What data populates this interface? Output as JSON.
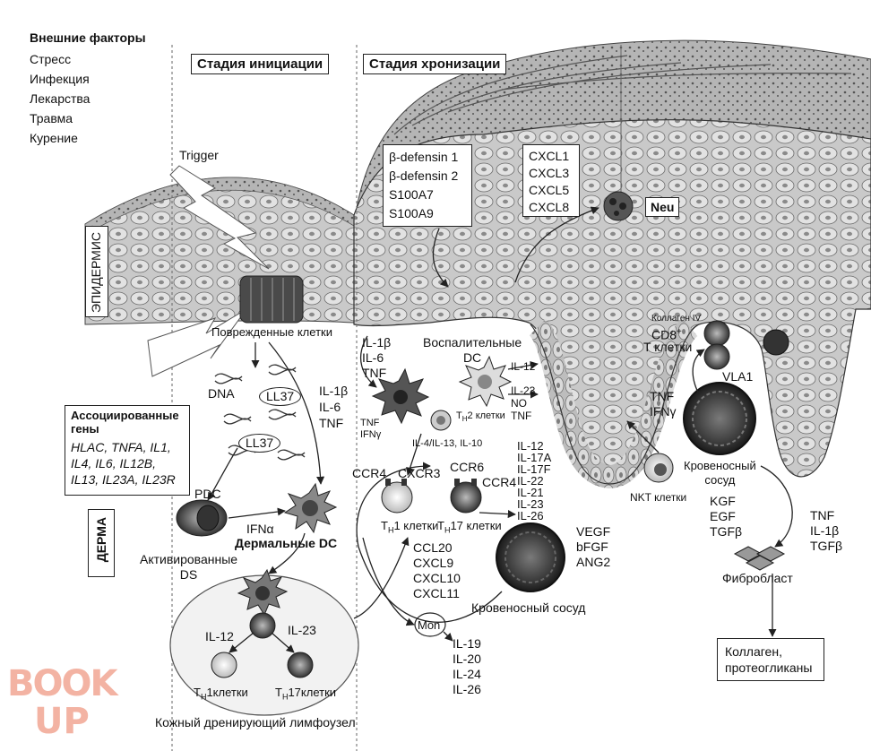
{
  "external_factors": {
    "title": "Внешние факторы",
    "items": [
      "Стресс",
      "Инфекция",
      "Лекарства",
      "Травма",
      "Курение"
    ]
  },
  "stage_initiation": "Стадия инициации",
  "stage_chronic": "Стадия хронизации",
  "trigger": "Trigger",
  "epidermis": "ЭПИДЕРМИС",
  "derma": "ДЕРМА",
  "damaged_cells": "Поврежденные клетки",
  "associated_genes": {
    "title": "Ассоциированные гены",
    "genes": "HLAC, TNFA, IL1, IL4, IL6, IL12B, IL13, IL23A, IL23R"
  },
  "defensins_box": [
    "β-defensin 1",
    "β-defensin 2",
    "S100A7",
    "S100A9"
  ],
  "cxcl_box": [
    "CXCL1",
    "CXCL3",
    "CXCL5",
    "CXCL8"
  ],
  "neu": "Neu",
  "dna": "DNA",
  "ll37": "LL37",
  "pdc": "PDC",
  "ifn_alpha": "IFNα",
  "dermal_dc": "Дермальные DC",
  "activated_ds": [
    "Активированные",
    "DS"
  ],
  "il12": "IL-12",
  "il23": "IL-23",
  "th1_cells_node": "1клетки",
  "th17_cells_node": "17клетки",
  "th_sub": "H",
  "th_letter": "T",
  "lymph_node": "Кожный дренирующий лимфоузел",
  "il_cytokines_left": [
    "IL-1β",
    "IL-6",
    "TNF"
  ],
  "il_cytokines_mid": [
    "IL-1β",
    "IL-6",
    "TNF"
  ],
  "tnf_ifn": [
    "TNF",
    "IFNγ"
  ],
  "inflammatory_dc": [
    "Воспалительные",
    "DC"
  ],
  "il12_23_no_tnf": [
    "IL-12",
    "IL-23",
    "NO",
    "TNF"
  ],
  "th2_cells": "2 клетки",
  "il4_13_10": "IL-4/IL-13, IL-10",
  "ccr4_a": "CCR4",
  "cxcr3": "CXCR3",
  "ccr6": "CCR6",
  "ccr4_b": "CCR4",
  "th1_cells": "1 клетки",
  "th17_cells": "17 клетки",
  "il17_list": [
    "IL-12",
    "IL-17A",
    "IL-17F",
    "IL-22",
    "IL-21",
    "IL-23",
    "IL-26"
  ],
  "chemokines": [
    "CCL20",
    "CXCL9",
    "CXCL10",
    "CXCL11"
  ],
  "growth_factors": [
    "VEGF",
    "bFGF",
    "ANG2"
  ],
  "blood_vessel_center": "Кровеносный сосуд",
  "mon": "Mon",
  "mon_il": [
    "IL-19",
    "IL-20",
    "IL-24",
    "IL-26"
  ],
  "nkt_cells": "NKT клетки",
  "tnf_ifn_right": [
    "TNF",
    "IFNγ"
  ],
  "collagen_iv": "Коллаген IV",
  "cd8": "CD8",
  "cd8_sup": "+",
  "t_cells": "T клетки",
  "vla1": "VLA1",
  "blood_vessel_right": [
    "Кровеносный",
    "сосуд"
  ],
  "kgf": [
    "KGF",
    "EGF",
    "TGFβ"
  ],
  "tnf_il_tgf": [
    "TNF",
    "IL-1β",
    "TGFβ"
  ],
  "fibroblast": "Фибробласт",
  "collagen_box": [
    "Коллаген,",
    "протеогликаны"
  ],
  "watermark_top": "BOOK",
  "watermark_bottom": "UP"
}
